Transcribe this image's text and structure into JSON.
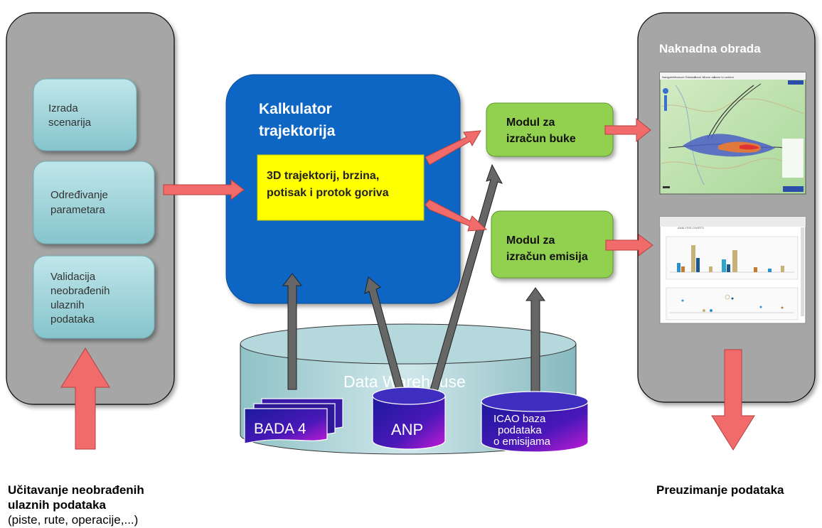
{
  "left_panel": {
    "boxes": [
      "Izrada scenarija",
      "Određivanje parametara",
      "Validacija neobrađenih ulaznih podataka"
    ],
    "box_lines": [
      [
        "Izrada",
        "scenarija"
      ],
      [
        "Određivanje",
        "parametara"
      ],
      [
        "Validacija",
        "neobrađenih",
        "ulaznih",
        "podataka"
      ]
    ]
  },
  "calculator": {
    "title_line1": "Kalkulator",
    "title_line2": "trajektorija",
    "inner_line1": "3D trajektorij, brzina,",
    "inner_line2": "potisak i protok goriva"
  },
  "modules": {
    "noise_line1": "Modul za",
    "noise_line2": "izračun buke",
    "emission_line1": "Modul za",
    "emission_line2": "izračun emisija"
  },
  "warehouse": {
    "label": "Data Warehouse",
    "bada": "BADA 4",
    "anp": "ANP",
    "icao_line1": "ICAO baza",
    "icao_line2": "podataka",
    "icao_line3": "o emisijama"
  },
  "right_panel": {
    "title": "Naknadna obrada",
    "map_toolbar": [
      "Navigate",
      "Measure Distance",
      "Zoom In",
      "Zoom out",
      "Zoom to context"
    ],
    "chart_header": "ANALYSIS CHARTS"
  },
  "captions": {
    "input_bold_line1": "Učitavanje neobrađenih",
    "input_bold_line2": "ulaznih podataka",
    "input_detail": "(piste, rute, operacije,...)",
    "output": "Preuzimanje podataka"
  },
  "colors": {
    "panel_gray": "#a6a6a6",
    "calculator_blue": "#0b66c3",
    "inner_yellow": "#ffff00",
    "module_green": "#92d050",
    "arrow_red": "#f26b6b",
    "cylinder_purple": "#3a1aa8"
  }
}
